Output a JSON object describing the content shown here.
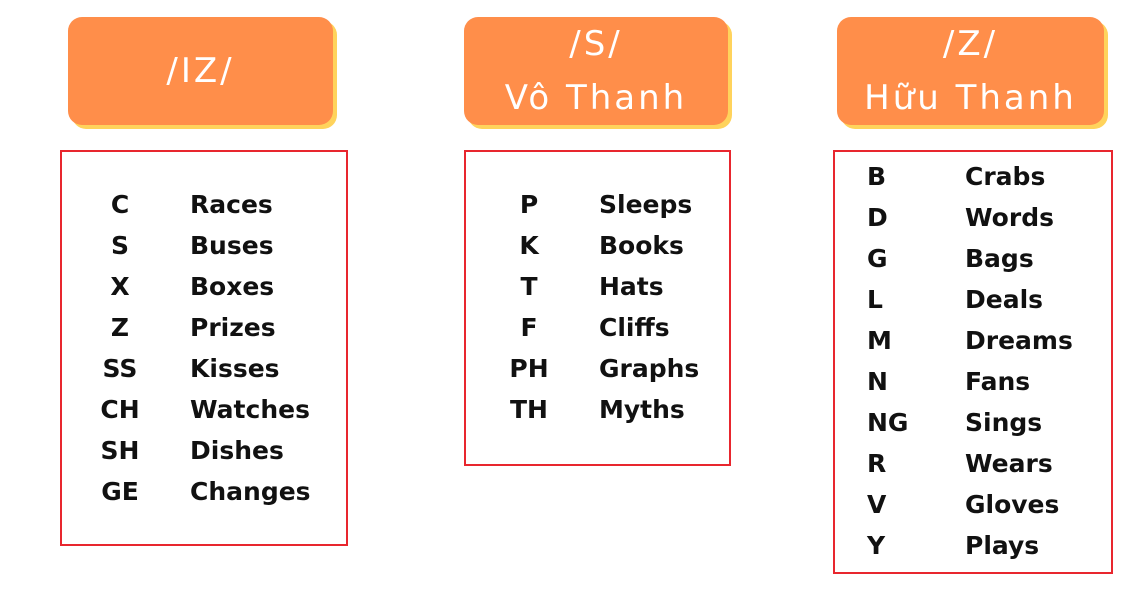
{
  "groups": [
    {
      "title": "/IZ/",
      "subtitle": "",
      "rows": [
        {
          "letter": "C",
          "word": "Races"
        },
        {
          "letter": "S",
          "word": "Buses"
        },
        {
          "letter": "X",
          "word": "Boxes"
        },
        {
          "letter": "Z",
          "word": "Prizes"
        },
        {
          "letter": "SS",
          "word": "Kisses"
        },
        {
          "letter": "CH",
          "word": "Watches"
        },
        {
          "letter": "SH",
          "word": "Dishes"
        },
        {
          "letter": "GE",
          "word": "Changes"
        }
      ]
    },
    {
      "title": "/S/",
      "subtitle": "Vô Thanh",
      "rows": [
        {
          "letter": "P",
          "word": "Sleeps"
        },
        {
          "letter": "K",
          "word": "Books"
        },
        {
          "letter": "T",
          "word": "Hats"
        },
        {
          "letter": "F",
          "word": "Cliffs"
        },
        {
          "letter": "PH",
          "word": "Graphs"
        },
        {
          "letter": "TH",
          "word": "Myths"
        }
      ]
    },
    {
      "title": "/Z/",
      "subtitle": "Hữu Thanh",
      "rows": [
        {
          "letter": "B",
          "word": "Crabs"
        },
        {
          "letter": "D",
          "word": "Words"
        },
        {
          "letter": "G",
          "word": "Bags"
        },
        {
          "letter": "L",
          "word": "Deals"
        },
        {
          "letter": "M",
          "word": "Dreams"
        },
        {
          "letter": "N",
          "word": "Fans"
        },
        {
          "letter": "NG",
          "word": "Sings"
        },
        {
          "letter": "R",
          "word": "Wears"
        },
        {
          "letter": "V",
          "word": "Gloves"
        },
        {
          "letter": "Y",
          "word": "Plays"
        }
      ]
    }
  ]
}
